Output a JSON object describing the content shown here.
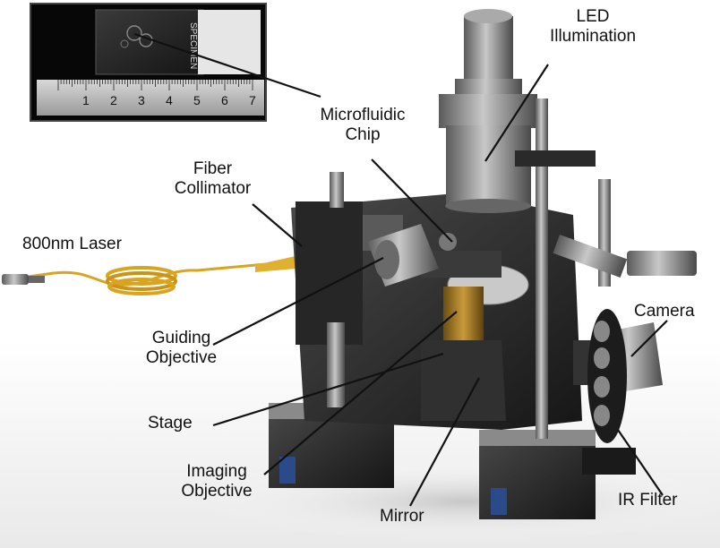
{
  "inset": {
    "specimen_text": "SPECIMEN",
    "ruler_numbers": [
      "1",
      "2",
      "3",
      "4",
      "5",
      "6",
      "7"
    ]
  },
  "labels": {
    "led_illumination": [
      "LED",
      "Illumination"
    ],
    "microfluidic_chip": [
      "Microfluidic",
      "Chip"
    ],
    "fiber_collimator": [
      "Fiber",
      "Collimator"
    ],
    "laser": "800nm Laser",
    "guiding_objective": [
      "Guiding",
      "Objective"
    ],
    "stage": "Stage",
    "imaging_objective": [
      "Imaging",
      "Objective"
    ],
    "mirror": "Mirror",
    "camera": "Camera",
    "ir_filter": "IR Filter"
  },
  "colors": {
    "fiber": "#d9a520",
    "metal_dark": "#2a2a2a",
    "metal_light": "#9a9a9a",
    "label_text": "#111111"
  }
}
